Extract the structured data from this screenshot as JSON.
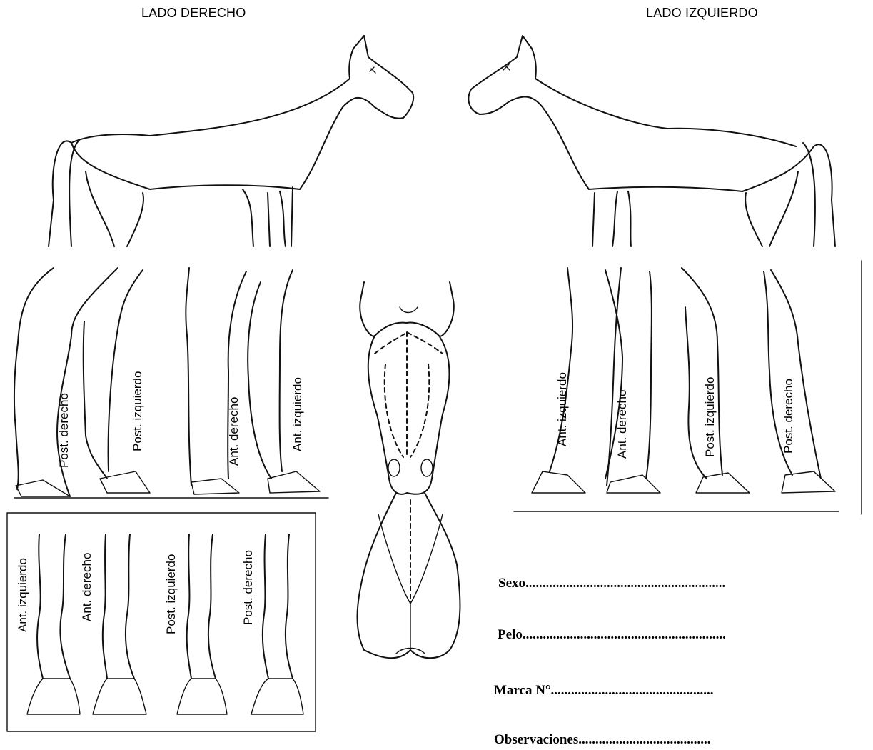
{
  "headings": {
    "right_side": "LADO DERECHO",
    "left_side": "LADO IZQUIERDO"
  },
  "legs": {
    "right_side": [
      "Post. derecho",
      "Post. izquierdo",
      "Ant. derecho",
      "Ant. izquierdo"
    ],
    "left_side": [
      "Ant. izquierdo",
      "Ant. derecho",
      "Post. izquierdo",
      "Post. derecho"
    ],
    "front_box": [
      "Ant. izquierdo",
      "Ant. derecho",
      "Post. izquierdo",
      "Post. derecho"
    ]
  },
  "form": {
    "sexo": "Sexo...........................................................",
    "pelo": "Pelo............................................................",
    "marca": "Marca N°................................................",
    "observaciones": "Observaciones.......................................",
    "colors": {
      "ink": "#111111",
      "paper": "#ffffff"
    }
  }
}
